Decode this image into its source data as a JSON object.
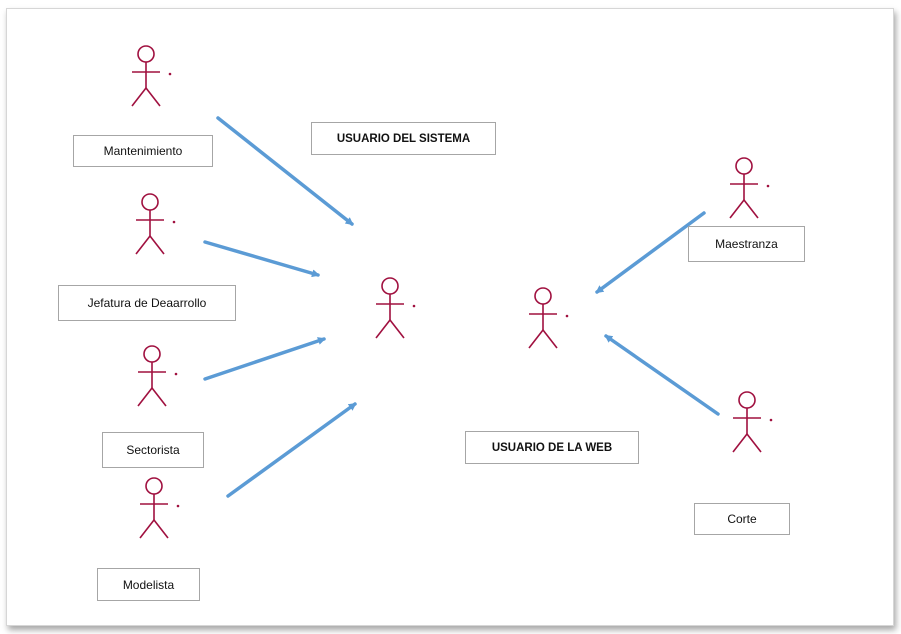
{
  "diagram": {
    "colors": {
      "actor": "#a0103f",
      "arrow": "#5b9bd5"
    },
    "actors": {
      "mantenimiento": "Mantenimiento",
      "jefatura": "Jefatura de Deaarrollo",
      "sectorista": "Sectorista",
      "modelista": "Modelista",
      "maestranza": "Maestranza",
      "corte": "Corte"
    },
    "groups": {
      "sistema": "USUARIO DEL SISTEMA",
      "web": "USUARIO DE LA WEB"
    }
  }
}
